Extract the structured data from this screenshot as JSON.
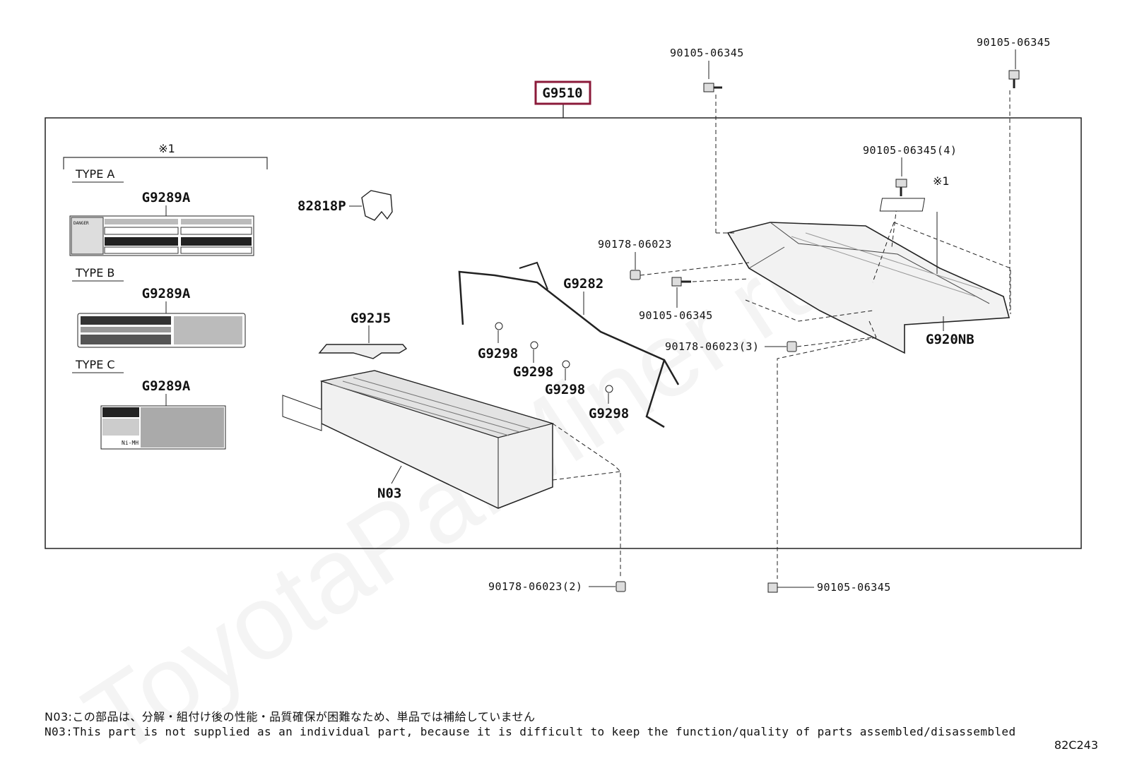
{
  "watermark": "ToyotaParMiner.ru",
  "main_part": {
    "label": "G9510",
    "highlight": "#8b1a3a"
  },
  "note_symbol": "※1",
  "label_types": [
    {
      "type": "TYPE A",
      "part": "G9289A"
    },
    {
      "type": "TYPE B",
      "part": "G9289A"
    },
    {
      "type": "TYPE C",
      "part": "G9289A"
    }
  ],
  "sticker_texts": {
    "ni_mh": "Ni-MH",
    "danger": "DANGER"
  },
  "callouts": {
    "c82818p": "82818P",
    "g92j5": "G92J5",
    "g9282": "G9282",
    "g9298_1": "G9298",
    "g9298_2": "G9298",
    "g9298_3": "G9298",
    "g9298_4": "G9298",
    "n03": "N03",
    "g920nb": "G920NB",
    "bolt_top_center": "90105-06345",
    "bolt_top_right": "90105-06345",
    "bolt_x4": "90105-06345(4)",
    "sym_right": "※1",
    "nut_90178_a": "90178-06023",
    "bolt_mid": "90105-06345",
    "nut_90178_3": "90178-06023(3)",
    "nut_90178_2": "90178-06023(2)",
    "bolt_bottom": "90105-06345"
  },
  "notes": {
    "jp": "N03:この部品は、分解・組付け後の性能・品質確保が困難なため、単品では補給していません",
    "en": "N03:This part is not supplied as an individual part, because it is difficult to keep the function/quality of parts assembled/disassembled"
  },
  "diagram_code": "82C243"
}
